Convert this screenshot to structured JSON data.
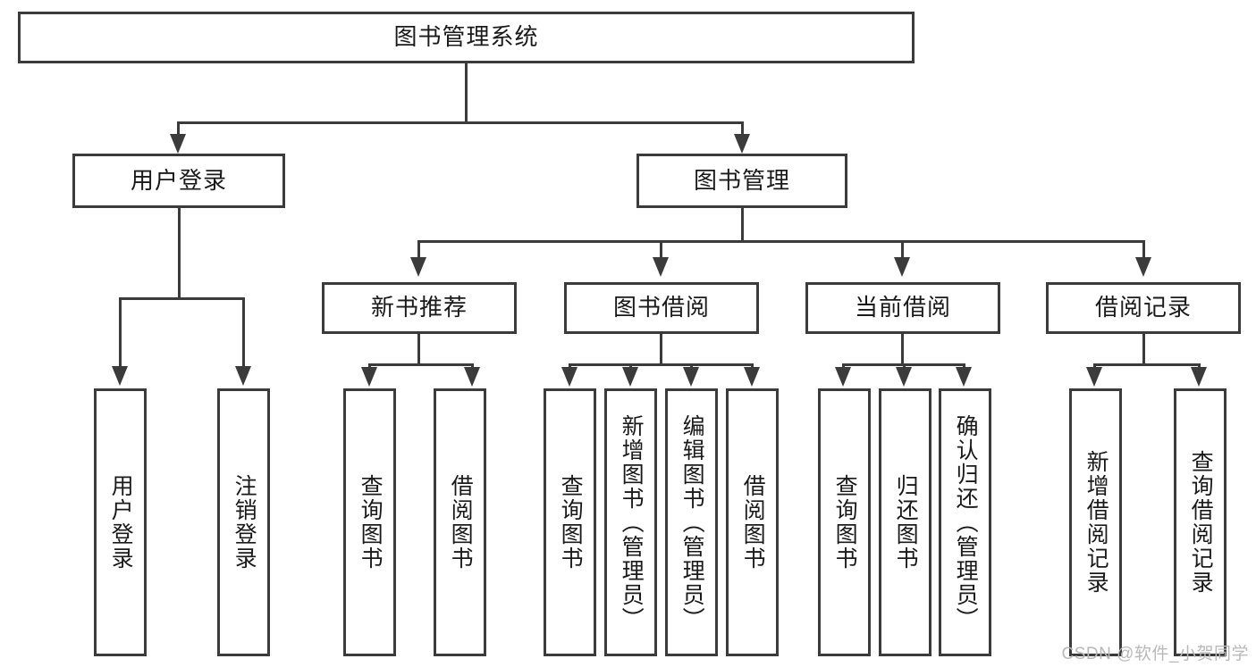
{
  "diagram": {
    "type": "tree-hierarchy-flowchart",
    "root": {
      "label": "图书管理系统"
    },
    "level2": [
      {
        "label": "用户登录"
      },
      {
        "label": "图书管理"
      }
    ],
    "level3": [
      {
        "label": "新书推荐"
      },
      {
        "label": "图书借阅"
      },
      {
        "label": "当前借阅"
      },
      {
        "label": "借阅记录"
      }
    ],
    "leaves": {
      "user_login": [
        {
          "label": "用户登录"
        },
        {
          "label": "注销登录"
        }
      ],
      "new_book_recommend": [
        {
          "label": "查询图书"
        },
        {
          "label": "借阅图书"
        }
      ],
      "book_borrow": [
        {
          "label": "查询图书"
        },
        {
          "label": "新增图书（管理员）"
        },
        {
          "label": "编辑图书（管理员）"
        },
        {
          "label": "借阅图书"
        }
      ],
      "current_borrow": [
        {
          "label": "查询图书"
        },
        {
          "label": "归还图书"
        },
        {
          "label": "确认归还（管理员）"
        }
      ],
      "borrow_records": [
        {
          "label": "新增借阅记录"
        },
        {
          "label": "查询借阅记录"
        }
      ]
    }
  },
  "watermark": {
    "text": "CSDN @软件_小贺同学"
  },
  "colors": {
    "stroke": "#3b3b3b",
    "fill": "#ffffff",
    "text": "#1a1a1a",
    "watermark": "#b9b9b9"
  }
}
